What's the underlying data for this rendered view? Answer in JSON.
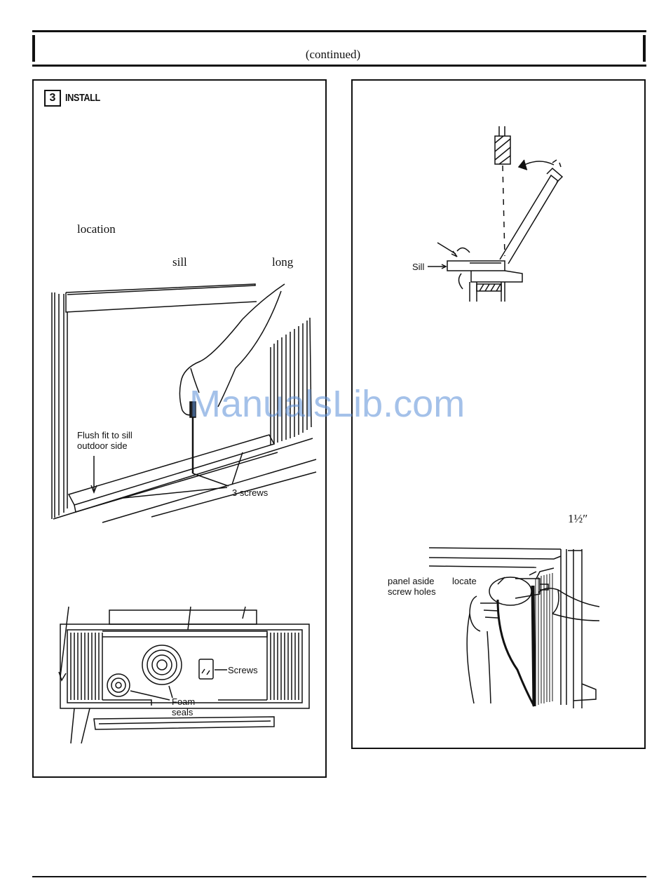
{
  "header": {
    "continued": "(continued)"
  },
  "left_panel": {
    "step_number": "3",
    "step_title": "INSTALL",
    "word_location": "location",
    "word_sill": "sill",
    "word_long": "long",
    "figure1": {
      "label_flush": "Flush fit to sill\noutdoor side",
      "label_screws": "3 screws"
    },
    "figure2": {
      "label_screws": "Screws",
      "label_foam": "Foam\nseals"
    }
  },
  "right_panel": {
    "figure3": {
      "label_sill": "Sill"
    },
    "measurement": "1½″",
    "figure4": {
      "label_panel": "panel aside\nscrew holes",
      "label_locate": "locate"
    }
  },
  "watermark": "ManualsLib.com"
}
